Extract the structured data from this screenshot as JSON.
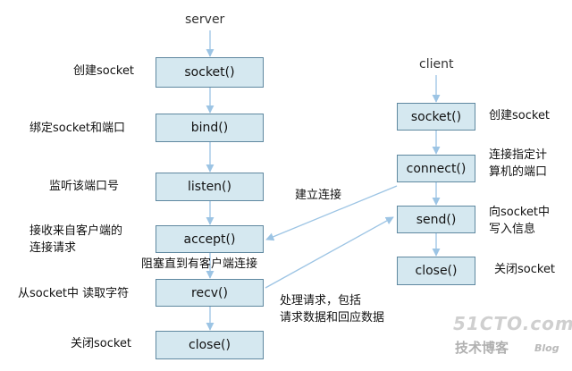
{
  "server": {
    "title": "server",
    "boxes": [
      "socket()",
      "bind()",
      "listen()",
      "accept()",
      "recv()",
      "close()"
    ],
    "labels": [
      "创建socket",
      "绑定socket和端口",
      "监听该端口号",
      "接收来自客户端的\n连接请求",
      "从socket中 读取字符",
      "关闭socket"
    ]
  },
  "client": {
    "title": "client",
    "boxes": [
      "socket()",
      "connect()",
      "send()",
      "close()"
    ],
    "labels": [
      "创建socket",
      "连接指定计\n算机的端口",
      "向socket中\n写入信息",
      "关闭socket"
    ]
  },
  "annotations": {
    "connect_link": "建立连接",
    "block": "阻塞直到有客户端连接",
    "process": "处理请求，包括\n请求数据和回应数据"
  },
  "watermark": {
    "main": "51CTO.com",
    "sub": "技术博客",
    "blog": "Blog"
  },
  "colors": {
    "box_fill": "#d5e8f0",
    "box_border": "#5f88a0",
    "arrow": "#9cc4e4",
    "text": "#111111"
  }
}
